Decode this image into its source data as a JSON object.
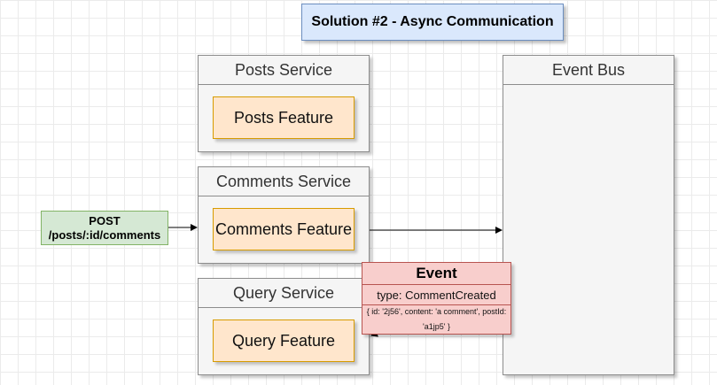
{
  "title": "Solution #2 - Async Communication",
  "services": {
    "posts": {
      "header": "Posts Service",
      "feature": "Posts Feature"
    },
    "comments": {
      "header": "Comments Service",
      "feature": "Comments Feature"
    },
    "query": {
      "header": "Query Service",
      "feature": "Query Feature"
    }
  },
  "event_bus": {
    "header": "Event Bus"
  },
  "request": {
    "method": "POST",
    "path": "/posts/:id/comments"
  },
  "event": {
    "title": "Event",
    "type": "type: CommentCreated",
    "body": "{ id: '2j56', content: 'a comment', postId: 'a1jp5' }"
  },
  "colors": {
    "title_fill": "#dae8fc",
    "service_fill": "#f5f5f5",
    "feature_fill": "#ffe6cc",
    "request_fill": "#d5e8d4",
    "event_fill": "#f8cecc"
  }
}
